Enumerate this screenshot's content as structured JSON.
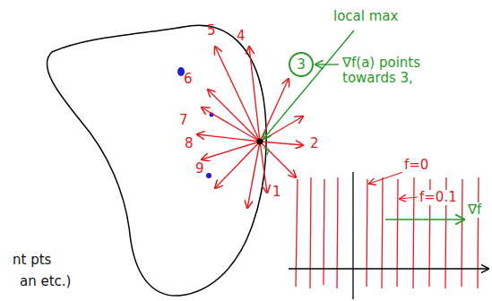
{
  "diagram": {
    "nodes": [
      {
        "text": [
          "3"
        ]
      }
    ],
    "labels": [
      "5",
      "4",
      "6",
      "7",
      "8",
      "9",
      "1",
      "2",
      "local max",
      "∇f(a) points towards 3,",
      "f=0",
      "f=0.1",
      "∇f",
      "nt pts",
      "an etc.)"
    ]
  }
}
